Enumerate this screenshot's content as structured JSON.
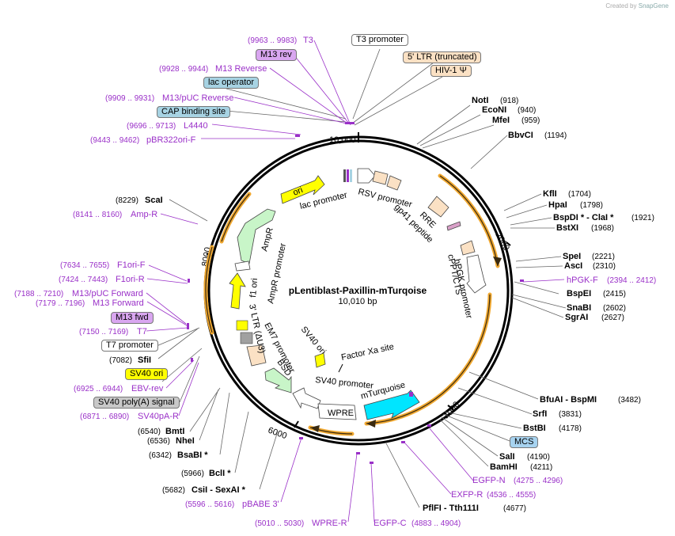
{
  "credit": {
    "created_by": "Created by",
    "brand": "SnapGene"
  },
  "plasmid": {
    "name": "pLentiblast-Paxillin-mTurqoise",
    "length": "10,010 bp"
  },
  "ticks": [
    "10,000",
    "2000",
    "4000",
    "6000",
    "8000"
  ],
  "sites_right": [
    {
      "name": "NotI",
      "pos": "(918)"
    },
    {
      "name": "EcoNI",
      "pos": "(940)"
    },
    {
      "name": "MfeI",
      "pos": "(959)"
    },
    {
      "name": "BbvCI",
      "pos": "(1194)"
    },
    {
      "name": "KflI",
      "pos": "(1704)"
    },
    {
      "name": "HpaI",
      "pos": "(1798)"
    },
    {
      "name": "BspDI * - ClaI *",
      "pos": "(1921)"
    },
    {
      "name": "BstXI",
      "pos": "(1968)"
    },
    {
      "name": "SpeI",
      "pos": "(2221)"
    },
    {
      "name": "AscI",
      "pos": "(2310)"
    },
    {
      "name": "BspEI",
      "pos": "(2415)"
    },
    {
      "name": "SnaBI",
      "pos": "(2602)"
    },
    {
      "name": "SgrAI",
      "pos": "(2627)"
    },
    {
      "name": "BfuAI - BspMI",
      "pos": "(3482)"
    },
    {
      "name": "SrfI",
      "pos": "(3831)"
    },
    {
      "name": "BstBI",
      "pos": "(4178)"
    },
    {
      "name": "SalI",
      "pos": "(4190)"
    },
    {
      "name": "BamHI",
      "pos": "(4211)"
    },
    {
      "name": "PflFI - Tth111I",
      "pos": "(4677)"
    }
  ],
  "sites_left": [
    {
      "name": "ScaI",
      "pos": "(8229)"
    },
    {
      "name": "SfiI",
      "pos": "(7082)"
    },
    {
      "name": "BmtI",
      "pos": "(6540)"
    },
    {
      "name": "NheI",
      "pos": "(6536)"
    },
    {
      "name": "BsaBI *",
      "pos": "(6342)"
    },
    {
      "name": "BclI *",
      "pos": "(5966)"
    },
    {
      "name": "CsiI - SexAI *",
      "pos": "(5682)"
    }
  ],
  "primers": [
    {
      "name": "T3",
      "pos": "(9963 .. 9983)"
    },
    {
      "name": "M13 Reverse",
      "pos": "(9928 .. 9944)"
    },
    {
      "name": "M13/pUC Reverse",
      "pos": "(9909 .. 9931)"
    },
    {
      "name": "L4440",
      "pos": "(9696 .. 9713)"
    },
    {
      "name": "pBR322ori-F",
      "pos": "(9443 .. 9462)"
    },
    {
      "name": "Amp-R",
      "pos": "(8141 .. 8160)"
    },
    {
      "name": "F1ori-F",
      "pos": "(7634 .. 7655)"
    },
    {
      "name": "F1ori-R",
      "pos": "(7424 .. 7443)"
    },
    {
      "name": "M13/pUC Forward",
      "pos": "(7188 .. 7210)"
    },
    {
      "name": "M13 Forward",
      "pos": "(7179 .. 7196)"
    },
    {
      "name": "T7",
      "pos": "(7150 .. 7169)"
    },
    {
      "name": "EBV-rev",
      "pos": "(6925 .. 6944)"
    },
    {
      "name": "SV40pA-R",
      "pos": "(6871 .. 6890)"
    },
    {
      "name": "pBABE 3'",
      "pos": "(5596 .. 5616)"
    },
    {
      "name": "WPRE-R",
      "pos": "(5010 .. 5030)"
    },
    {
      "name": "EGFP-C",
      "pos": "(4883 .. 4904)"
    },
    {
      "name": "EXFP-R",
      "pos": "(4536 .. 4555)"
    },
    {
      "name": "EGFP-N",
      "pos": "(4275 .. 4296)"
    },
    {
      "name": "hPGK-F",
      "pos": "(2394 .. 2412)"
    }
  ],
  "boxed_labels": [
    {
      "text": "M13 rev",
      "color": "#d9a6f0"
    },
    {
      "text": "lac operator",
      "color": "#a7d3e3"
    },
    {
      "text": "CAP binding site",
      "color": "#a7d3e3"
    },
    {
      "text": "T3 promoter",
      "color": "#ffffff"
    },
    {
      "text": "5' LTR (truncated)",
      "color": "#fbe1c4"
    },
    {
      "text": "HIV-1 Ψ",
      "color": "#fbe1c4"
    },
    {
      "text": "MCS",
      "color": "#a7d3f0"
    },
    {
      "text": "M13 fwd",
      "color": "#d9a6f0"
    },
    {
      "text": "T7 promoter",
      "color": "#ffffff"
    },
    {
      "text": "SV40 ori",
      "color": "#ffff00"
    },
    {
      "text": "SV40 poly(A) signal",
      "color": "#c8c8c8"
    }
  ],
  "features": {
    "ori": "ori",
    "lac_promoter": "lac promoter",
    "rsv_promoter": "RSV promoter",
    "rre": "RRE",
    "gp41": "gp41 peptide",
    "cppt": "cPPT/CTS",
    "hpgk": "hPGK promoter",
    "ampr": "AmpR",
    "ampr_promoter": "AmpR promoter",
    "f1_ori": "f1 ori",
    "ltr3": "3' LTR (ΔU3)",
    "em7": "EM7 promoter",
    "bsd": "BSD",
    "sv40_ori_inner": "SV40 ori",
    "factor_xa": "Factor Xa site",
    "sv40_promoter": "SV40 promoter",
    "mturquoise": "mTurquoise",
    "wpre": "WPRE"
  },
  "colors": {
    "ori": "#ffff00",
    "ampr": "#c8f5c8",
    "ltr": "#fbe1c4",
    "mturquoise": "#00e5ff",
    "orf_arc": "#f0a830",
    "primer": "#9a30c8"
  }
}
